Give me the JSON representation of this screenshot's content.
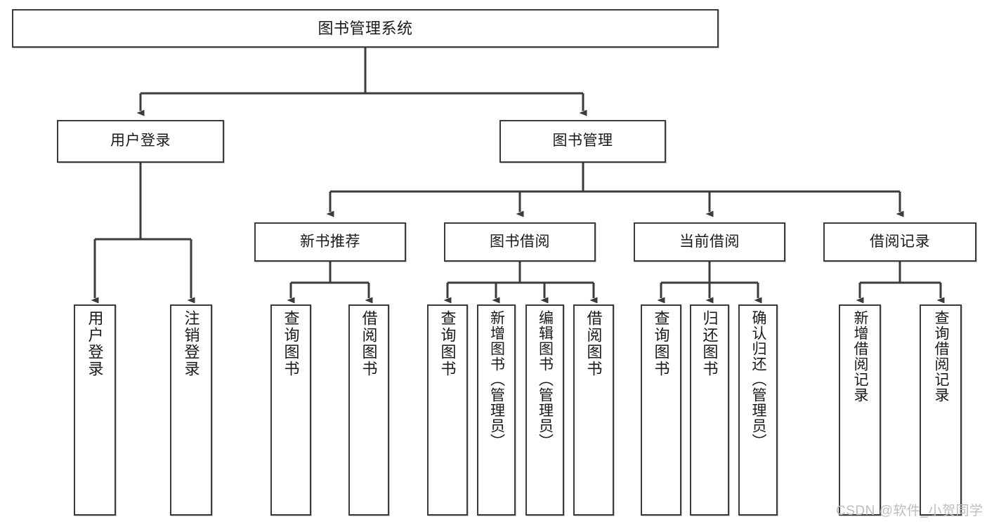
{
  "diagram": {
    "title": "图书管理系统",
    "type": "tree-hierarchy",
    "watermark": "CSDN @软件_小贺同学",
    "colors": {
      "stroke": "#3b3b3b",
      "fill": "#ffffff",
      "text": "#1a1a1a",
      "watermark": "#bdbdbd"
    },
    "nodes": {
      "root": {
        "label": "图书管理系统"
      },
      "level2": [
        {
          "id": "user-login",
          "label": "用户登录"
        },
        {
          "id": "book-manage",
          "label": "图书管理"
        }
      ],
      "level3": [
        {
          "id": "new-book-recommend",
          "label": "新书推荐"
        },
        {
          "id": "book-borrow",
          "label": "图书借阅"
        },
        {
          "id": "current-borrow",
          "label": "当前借阅"
        },
        {
          "id": "borrow-record",
          "label": "借阅记录"
        }
      ],
      "leaves": {
        "user_login": [
          {
            "id": "leaf-user-login",
            "label": "用户登录"
          },
          {
            "id": "leaf-logout-login",
            "label": "注销登录"
          }
        ],
        "new_book_recommend": [
          {
            "id": "leaf-query-book-1",
            "label": "查询图书"
          },
          {
            "id": "leaf-borrow-book-1",
            "label": "借阅图书"
          }
        ],
        "book_borrow": [
          {
            "id": "leaf-query-book-2",
            "label": "查询图书"
          },
          {
            "id": "leaf-add-book-admin",
            "label": "新增图书（管理员）"
          },
          {
            "id": "leaf-edit-book-admin",
            "label": "编辑图书（管理员）"
          },
          {
            "id": "leaf-borrow-book-2",
            "label": "借阅图书"
          }
        ],
        "current_borrow": [
          {
            "id": "leaf-query-book-3",
            "label": "查询图书"
          },
          {
            "id": "leaf-return-book",
            "label": "归还图书"
          },
          {
            "id": "leaf-confirm-return-admin",
            "label": "确认归还（管理员）"
          }
        ],
        "borrow_record": [
          {
            "id": "leaf-add-borrow-record",
            "label": "新增借阅记录"
          },
          {
            "id": "leaf-query-borrow-record",
            "label": "查询借阅记录"
          }
        ]
      }
    }
  }
}
